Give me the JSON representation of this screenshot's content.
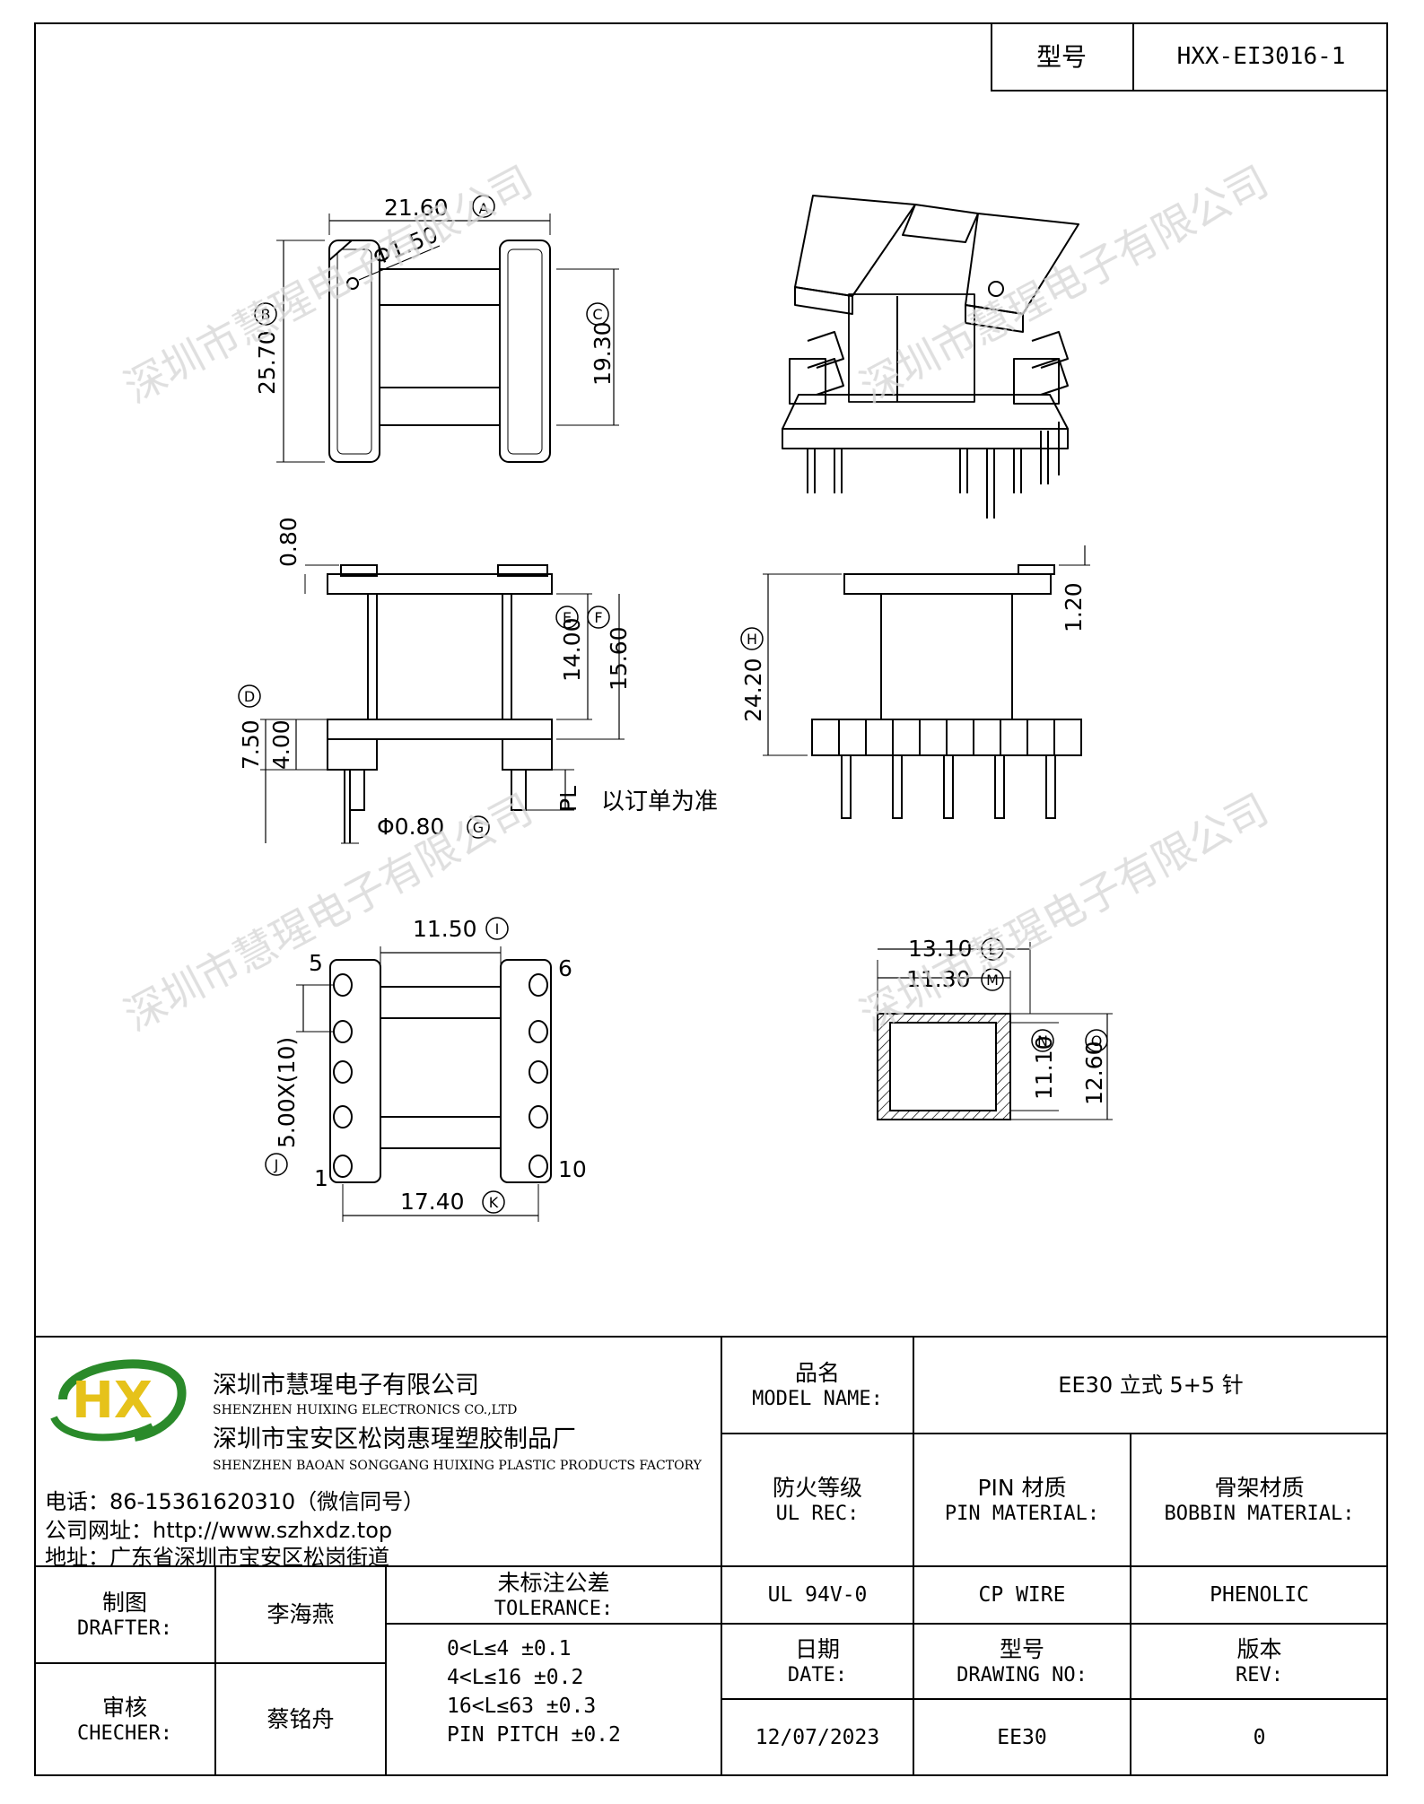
{
  "header": {
    "model_label": "型号",
    "model_value": "HXX-EI3016-1"
  },
  "drawing": {
    "dims": {
      "a": "21.60",
      "a_mark": "A",
      "hole": "Φ1.50",
      "b": "25.70",
      "b_mark": "B",
      "c": "19.30",
      "c_mark": "C",
      "top_h": "0.80",
      "e": "14.00",
      "e_mark": "E",
      "f": "15.60",
      "f_mark": "F",
      "d": "7.50",
      "d_mark": "D",
      "base_h": "4.00",
      "pl": "PL",
      "note": "以订单为准",
      "g": "Φ0.80",
      "g_mark": "G",
      "h": "24.20",
      "h_mark": "H",
      "right_top": "1.20",
      "i": "11.50",
      "i_mark": "I",
      "pin5": "5",
      "pin6": "6",
      "pin1": "1",
      "pin10": "10",
      "pitch": "5.00X(10)",
      "pitch_mark": "J",
      "k": "17.40",
      "k_mark": "K",
      "l": "13.10",
      "l_mark": "L",
      "m": "11.30",
      "m_mark": "M",
      "n": "11.10",
      "n_mark": "N",
      "o": "12.60",
      "o_mark": "O"
    },
    "watermark": "深圳市慧瑆电子有限公司"
  },
  "company": {
    "logo_text": "HX",
    "name_cn": "深圳市慧瑆电子有限公司",
    "name_en": "SHENZHEN HUIXING ELECTRONICS CO.,LTD",
    "factory_cn": "深圳市宝安区松岗惠瑆塑胶制品厂",
    "factory_en": "SHENZHEN BAOAN SONGGANG HUIXING PLASTIC PRODUCTS FACTORY",
    "phone": "电话：86-15361620310（微信同号）",
    "website": "公司网址：http://www.szhxdz.top",
    "address": "地址：广东省深圳市宝安区松岗街道"
  },
  "titleblock": {
    "model_name_cn": "品名",
    "model_name_en": "MODEL NAME:",
    "model_name_value": "EE30 立式 5+5 针",
    "ul_cn": "防火等级",
    "ul_en": "UL REC:",
    "pin_cn": "PIN 材质",
    "pin_en": "PIN MATERIAL:",
    "bobbin_cn": "骨架材质",
    "bobbin_en": "BOBBIN MATERIAL:",
    "drafter_cn": "制图",
    "drafter_en": "DRAFTER:",
    "drafter_value": "李海燕",
    "tolerance_cn": "未标注公差",
    "tolerance_en": "TOLERANCE:",
    "ul_value": "UL 94V-0",
    "pin_value": "CP WIRE",
    "bobbin_value": "PHENOLIC",
    "checker_cn": "审核",
    "checker_en": "CHECHER:",
    "checker_value": "蔡铭舟",
    "tolerances": [
      "0<L≤4  ±0.1",
      "4<L≤16  ±0.2",
      "16<L≤63  ±0.3",
      "PIN PITCH  ±0.2"
    ],
    "date_cn": "日期",
    "date_en": "DATE:",
    "drawing_no_cn": "型号",
    "drawing_no_en": "DRAWING NO:",
    "rev_cn": "版本",
    "rev_en": "REV:",
    "date_value": "12/07/2023",
    "drawing_no_value": "EE30",
    "rev_value": "0"
  }
}
